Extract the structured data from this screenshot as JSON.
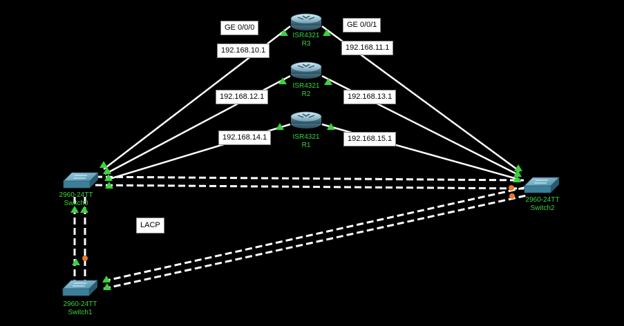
{
  "devices": {
    "r3": {
      "model": "ISR4321",
      "name": "R3"
    },
    "r2": {
      "model": "ISR4321",
      "name": "R2"
    },
    "r1": {
      "model": "ISR4321",
      "name": "R1"
    },
    "switch0": {
      "model": "2960-24TT",
      "name": "Switch0"
    },
    "switch1": {
      "model": "2960-24TT",
      "name": "Switch1"
    },
    "switch2": {
      "model": "2960-24TT",
      "name": "Switch2"
    }
  },
  "labels": {
    "ge000": "GE 0/0/0",
    "ge001": "GE 0/0/1",
    "r3_left_ip": "192.168.10.1",
    "r3_right_ip": "192.168.11.1",
    "r2_left_ip": "192.168.12.1",
    "r2_right_ip": "192.168.13.1",
    "r1_left_ip": "192.168.14.1",
    "r1_right_ip": "192.168.15.1",
    "lacp": "LACP"
  },
  "colors": {
    "background": "#000000",
    "link": "#ffffff",
    "link_up": "#3cd23c",
    "link_blocked": "#f07820",
    "device_text": "#3cd23c"
  }
}
